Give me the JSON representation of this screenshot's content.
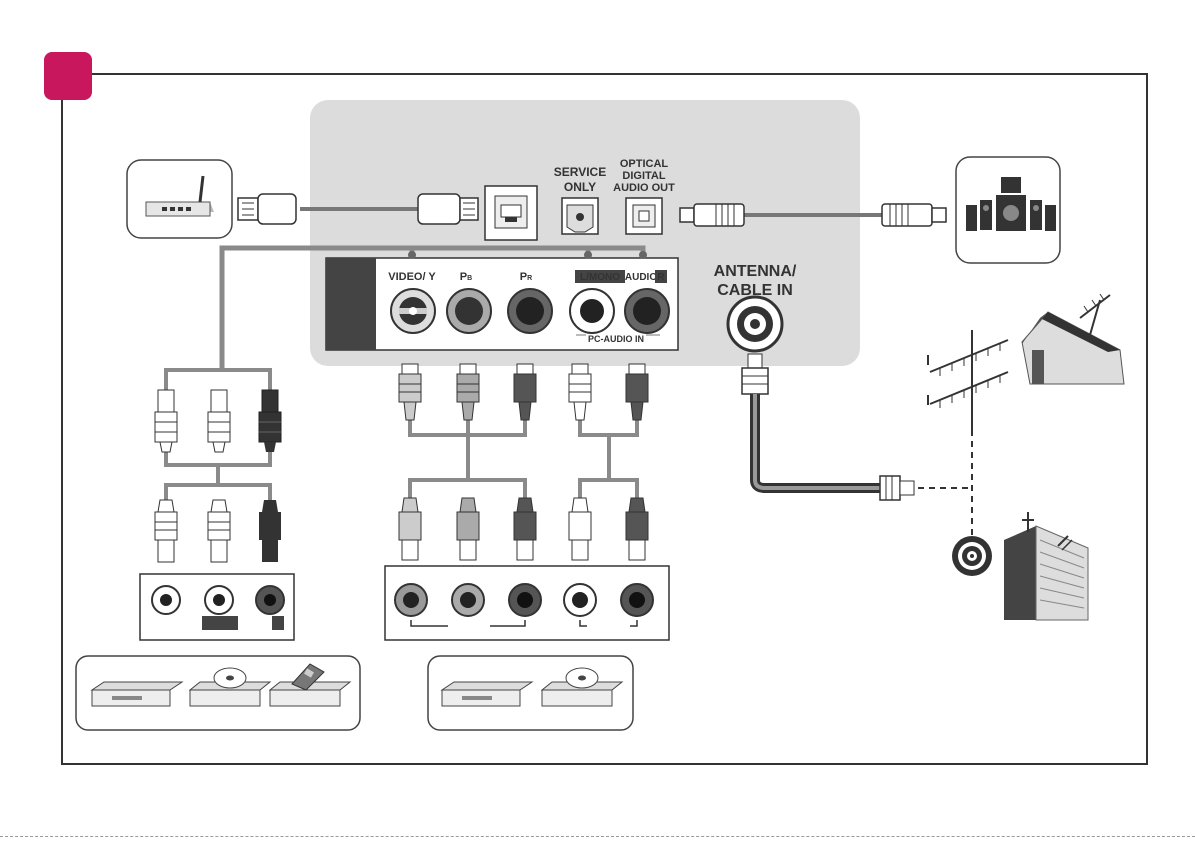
{
  "badge_color": "#c8175d",
  "labels": {
    "service_line1": "SERVICE",
    "service_line2": "ONLY",
    "optical_line1": "OPTICAL",
    "optical_line2": "DIGITAL",
    "optical_line3": "AUDIO OUT",
    "video_y": "VIDEO/ Y",
    "pb_main": "P",
    "pb_sub": "B",
    "pr_main": "P",
    "pr_sub": "R",
    "lmono": "L/MONO",
    "audio": "AUDIO",
    "audio_r": "R",
    "pc_audio_in": "PC-AUDIO IN",
    "antenna_line1": "ANTENNA/",
    "antenna_line2": "CABLE IN"
  },
  "icons": {
    "router": "wifi-router-icon",
    "speakers": "home-theater-speakers-icon",
    "antenna_house": "house-antenna-icon",
    "building": "apartment-building-icon",
    "wall_jack": "coaxial-wall-jack-icon",
    "dvd": "dvd-player-icon",
    "vcr": "vcr-icon",
    "disc": "disc-icon"
  }
}
